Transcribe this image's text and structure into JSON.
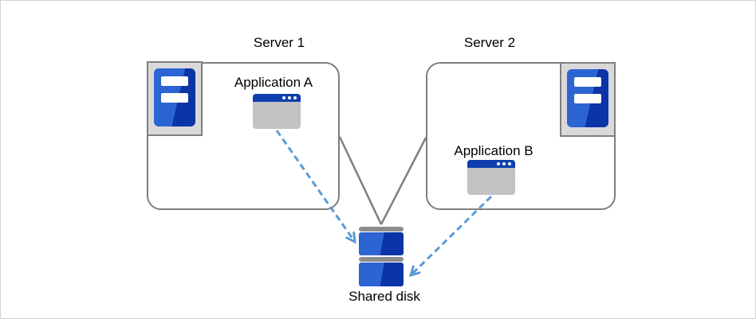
{
  "labels": {
    "server1": "Server 1",
    "server2": "Server 2",
    "application_a": "Application A",
    "application_b": "Application B",
    "shared_disk": "Shared disk"
  },
  "colors": {
    "box_border_gray": "#7f7f7f",
    "connector_gray": "#7f7f7f",
    "arrow_blue": "#5b9bd5",
    "icon_blue_light": "#2d64d3",
    "icon_blue_dark": "#0b34a6",
    "titlebar_blue": "#0e3fae",
    "icon_bg_gray": "#d9d9d9",
    "window_body_gray": "#c2c2c2",
    "disk_cap_gray": "#8c8c8c",
    "canvas_frame": "#d2d2d2"
  },
  "connections": {
    "solid_links": [
      {
        "from": "server1-box",
        "to": "shared-disk",
        "style": "solid gray line"
      },
      {
        "from": "server2-box",
        "to": "shared-disk",
        "style": "solid gray line"
      }
    ],
    "dashed_arrows": [
      {
        "from": "application-a",
        "to": "shared-disk",
        "style": "blue dashed arrow"
      },
      {
        "from": "application-b",
        "to": "shared-disk",
        "style": "blue dashed arrow"
      }
    ]
  }
}
